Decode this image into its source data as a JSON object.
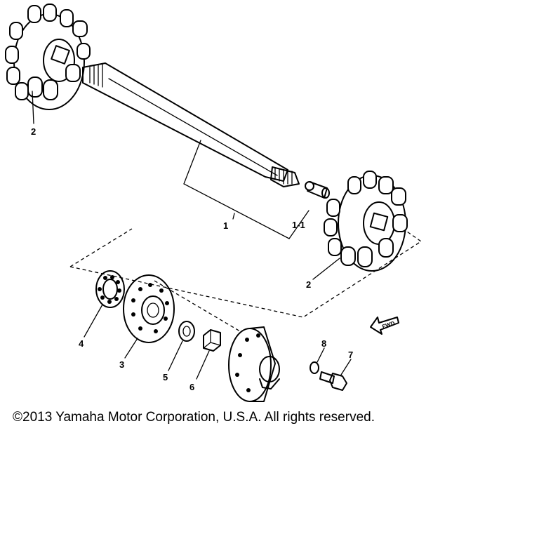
{
  "diagram": {
    "callouts": {
      "sprocket_left": "2",
      "shaft": "1",
      "shaft_sub": "1-1",
      "sprocket_right": "2",
      "bearing": "4",
      "flange_plate": "3",
      "washer": "5",
      "nut": "6",
      "bolt": "7",
      "lock_washer": "8"
    },
    "front_arrow_label": "FWD"
  },
  "copyright": "©2013 Yamaha Motor Corporation, U.S.A. All rights reserved."
}
